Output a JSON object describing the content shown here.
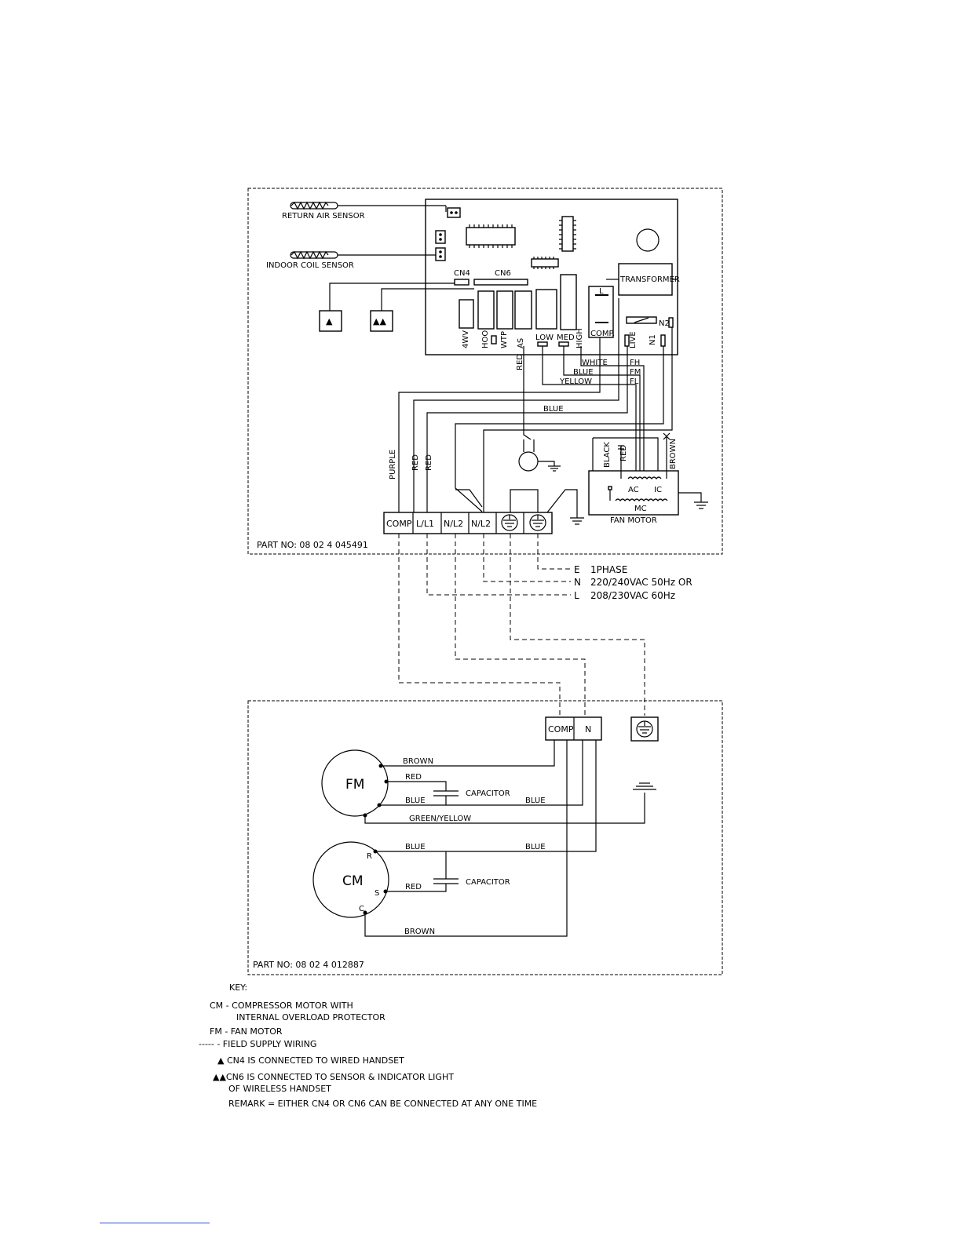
{
  "diagram": {
    "indoor": {
      "return_air_sensor": "RETURN AIR SENSOR",
      "indoor_coil_sensor": "INDOOR COIL SENSOR",
      "cn4": "CN4",
      "cn6": "CN6",
      "transformer": "TRANSFORMER",
      "relays": [
        "4WV",
        "HOO",
        "WTP",
        "AS",
        "LOW",
        "MED",
        "HIGH"
      ],
      "comp": "COMP.",
      "relay_l": "L",
      "live": "LIVE",
      "n1": "N1",
      "n2": "N2",
      "tri_single": "▲",
      "tri_double": "▲▲",
      "wires": {
        "white": "WHITE",
        "blue": "BLUE",
        "yellow": "YELLOW",
        "fh": "FH",
        "fm": "FM",
        "fl": "FL",
        "red": "RED",
        "blue2": "BLUE",
        "purple": "PURPLE",
        "red2": "RED",
        "red3": "RED",
        "black": "BLACK",
        "red4": "RED",
        "brown": "BROWN"
      },
      "fan_motor": {
        "ac": "AC",
        "ic": "IC",
        "mc": "MC",
        "label": "FAN MOTOR"
      },
      "terminals": [
        "COMP",
        "L/L1",
        "N/L2",
        "N/L2"
      ],
      "part_no": "PART NO: 08 02 4 045491"
    },
    "supply": {
      "e": "E",
      "e_text": "1PHASE",
      "n": "N",
      "n_text": "220/240VAC 50Hz OR",
      "l": "L",
      "l_text": "208/230VAC 60Hz"
    },
    "outdoor": {
      "terminals": [
        "COMP",
        "N"
      ],
      "fm": "FM",
      "cm": "CM",
      "r": "R",
      "s": "S",
      "c": "C",
      "brown": "BROWN",
      "red": "RED",
      "blue": "BLUE",
      "blue_r": "BLUE",
      "capacitor": "CAPACITOR",
      "green_yellow": "GREEN/YELLOW",
      "cm_blue": "BLUE",
      "cm_blue_r": "BLUE",
      "cm_capacitor": "CAPACITOR",
      "cm_red": "RED",
      "cm_brown": "BROWN",
      "part_no": "PART NO: 08 02 4 012887"
    },
    "key": {
      "title": "KEY:",
      "cm_line1": "CM  -  COMPRESSOR MOTOR WITH",
      "cm_line2": "INTERNAL OVERLOAD PROTECTOR",
      "fm": "FM  -  FAN MOTOR",
      "field": "-----  -  FIELD SUPPLY WIRING",
      "cn4": "▲ CN4 IS CONNECTED TO WIRED HANDSET",
      "cn6_line1": "▲▲CN6 IS CONNECTED TO SENSOR & INDICATOR LIGHT",
      "cn6_line2": "OF WIRELESS HANDSET",
      "remark": "REMARK = EITHER CN4 OR CN6 CAN BE CONNECTED AT ANY ONE TIME"
    }
  }
}
